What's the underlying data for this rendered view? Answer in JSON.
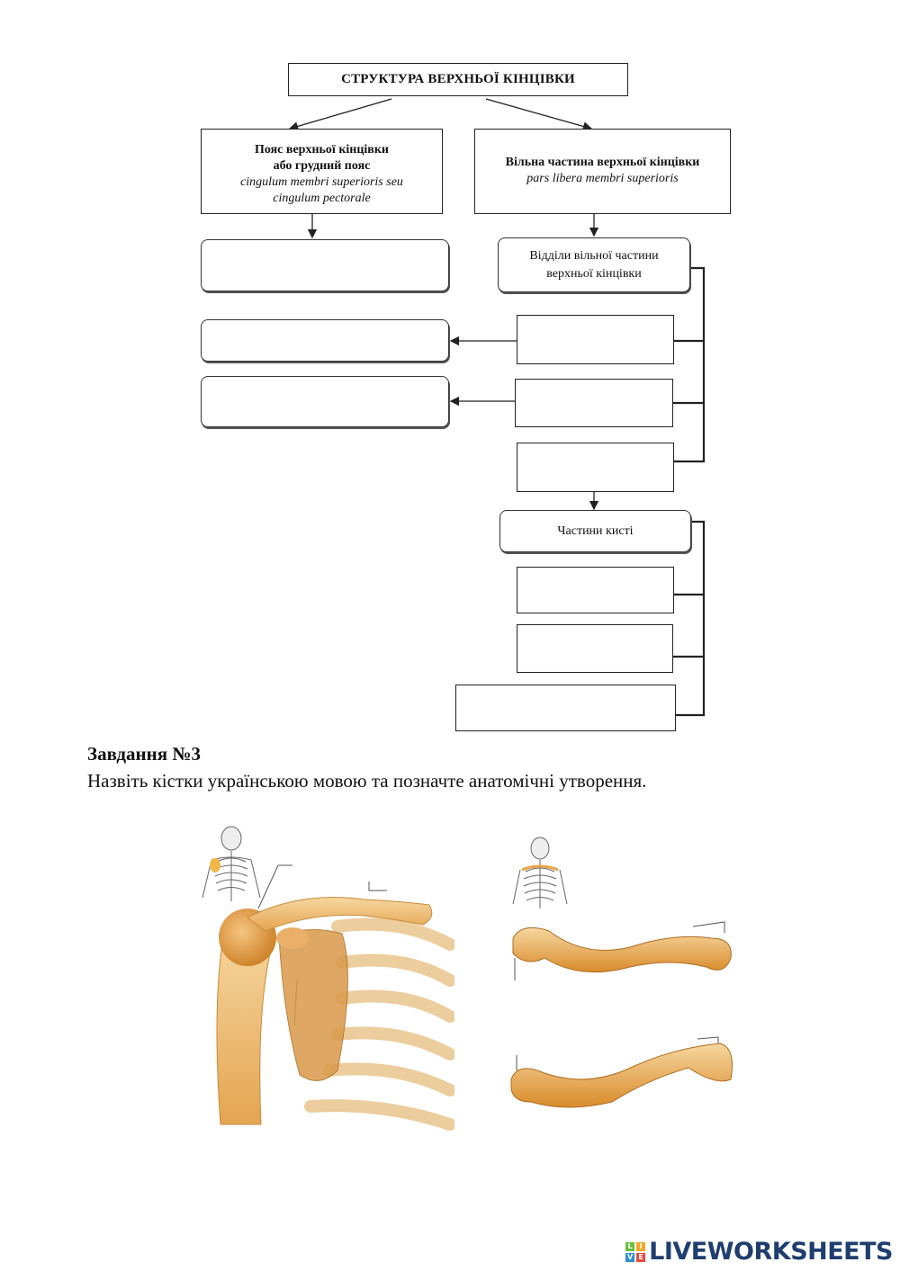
{
  "diagram": {
    "title": "СТРУКТУРА ВЕРХНЬОЇ КІНЦІВКИ",
    "left_head": {
      "line1": "Пояс верхньої кінцівки",
      "line2": "або грудний пояс",
      "latin1": "cingulum membri superioris seu",
      "latin2": "cingulum pectorale"
    },
    "right_head": {
      "line1": "Вільна частина верхньої кінцівки",
      "latin1": "pars libera membri superioris"
    },
    "sections_label_line1": "Відділи вільної частини",
    "sections_label_line2": "верхньої кінцівки",
    "hand_parts_label": "Частини кисті"
  },
  "task": {
    "title": "Завдання №3",
    "text": "Назвіть кістки українською мовою та позначте анатомічні утворення."
  },
  "colors": {
    "bone": "#e8a445",
    "bone_light": "#f6d7a0",
    "bone_dark": "#c97a1e",
    "logo_text": "#1f3e70"
  },
  "logo": {
    "text": "LIVEWORKSHEETS",
    "letters": [
      "L",
      "I",
      "V",
      "E"
    ]
  }
}
